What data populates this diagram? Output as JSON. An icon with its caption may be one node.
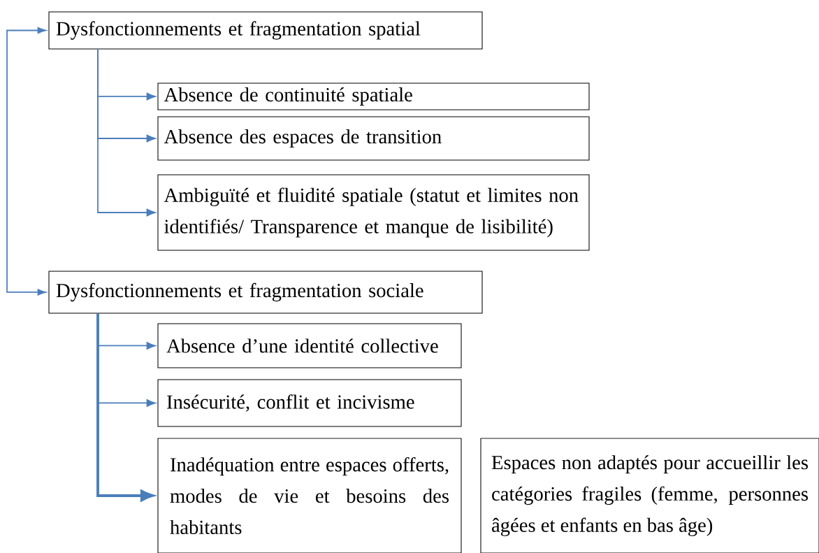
{
  "diagram": {
    "nodes": [
      {
        "text": [
          "Dysfonctionnements et fragmentation spatial"
        ]
      },
      {
        "text": [
          "Absence de continuité spatiale"
        ]
      },
      {
        "text": [
          "Absence des espaces de transition"
        ]
      },
      {
        "text": [
          "Ambiguïté et fluidité spatiale (statut et limites non identifiés/ Transparence et manque de lisibilité)"
        ]
      },
      {
        "text": [
          "Dysfonctionnements et fragmentation sociale"
        ]
      },
      {
        "text": [
          "Absence d’une identité collective"
        ]
      },
      {
        "text": [
          "Insécurité, conflit et incivisme"
        ]
      },
      {
        "text": [
          "Inadéquation entre espaces offerts, modes de vie et besoins des habitants"
        ]
      },
      {
        "text": [
          "Espaces non adaptés pour accueillir les catégories fragiles (femme, personnes âgées et enfants en bas âge)"
        ]
      }
    ],
    "edges": [
      {
        "from": 0,
        "to": 4,
        "arrow": "both"
      },
      {
        "from": 0,
        "to": 1,
        "arrow": "to"
      },
      {
        "from": 0,
        "to": 2,
        "arrow": "to"
      },
      {
        "from": 0,
        "to": 3,
        "arrow": "to"
      },
      {
        "from": 4,
        "to": 5,
        "arrow": "to"
      },
      {
        "from": 4,
        "to": 6,
        "arrow": "to"
      },
      {
        "from": 4,
        "to": 7,
        "arrow": "to",
        "style": "thick"
      }
    ]
  }
}
